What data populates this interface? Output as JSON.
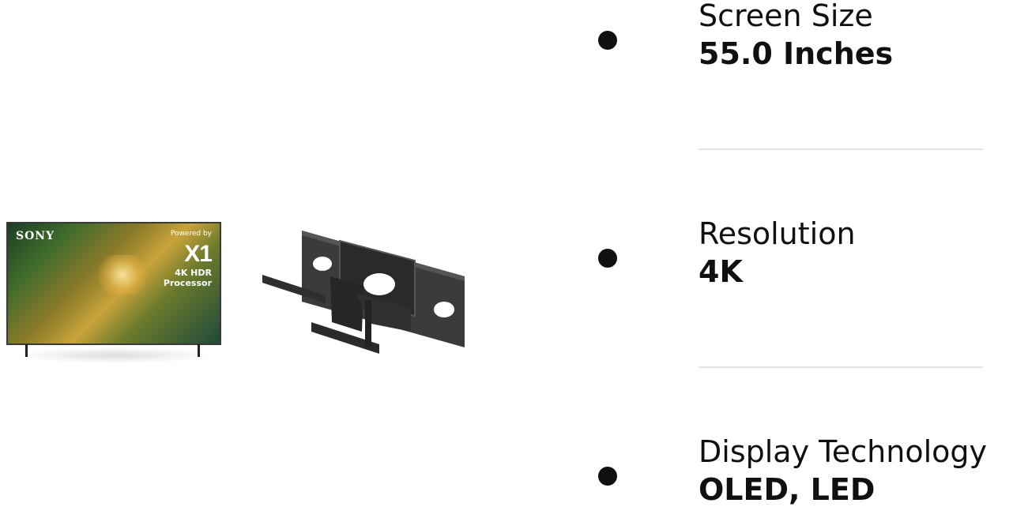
{
  "products": [
    {
      "name": "Sony TV",
      "brand_logo": "SONY",
      "badge": {
        "line1": "Powered by",
        "line2": "X1",
        "line3": "4K HDR",
        "line4": "Processor"
      }
    },
    {
      "name": "Wall Mount Bracket"
    }
  ],
  "specs": [
    {
      "label": "Screen Size",
      "value": "55.0 Inches"
    },
    {
      "label": "Resolution",
      "value": "4K"
    },
    {
      "label": "Display Technology",
      "value": "OLED, LED"
    }
  ],
  "colors": {
    "text": "#0f1111",
    "divider": "#e3e3e3",
    "background": "#ffffff"
  }
}
